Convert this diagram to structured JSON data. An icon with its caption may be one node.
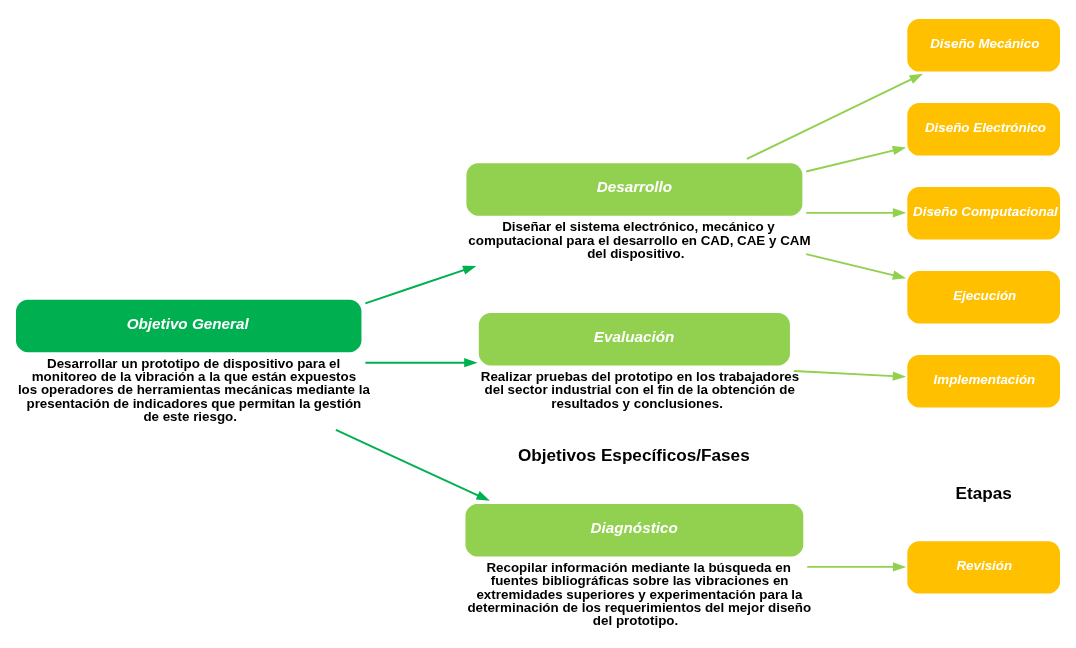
{
  "diagram": {
    "nodes": [
      {
        "text": [
          "Objetivo General"
        ],
        "beside": [
          "Desarrollar un prototipo de dispositivo para el monitoreo de la vibración a la que están expuestos los operadores de herramientas mecánicas mediante la presentación de indicadores que permitan la gestión de este riesgo."
        ]
      },
      {
        "text": [
          "Diagnóstico"
        ],
        "beside": [
          "Recopilar información mediante la búsqueda en fuentes bibliográficas sobre las vibraciones en extremidades superiores y experimentación para la determinación de los requerimientos del mejor diseño del prototipo."
        ]
      },
      {
        "text": [
          "Desarrollo"
        ],
        "beside": [
          "Diseñar el sistema electrónico, mecánico y computacional para el desarrollo en CAD, CAE y CAM del dispositivo."
        ]
      },
      {
        "text": [
          "Evaluación"
        ],
        "beside": [
          "Realizar pruebas del prototipo en los trabajadores del sector industrial con el fin de la obtención de resultados y conclusiones."
        ]
      },
      {
        "text": [
          "Revisión"
        ]
      },
      {
        "text": [
          "Diseño Mecánico"
        ]
      },
      {
        "text": [
          "Diseño Electrónico"
        ]
      },
      {
        "text": [
          "Diseño Computacional"
        ]
      },
      {
        "text": [
          "Ejecución"
        ]
      },
      {
        "text": [
          "Implementación"
        ]
      }
    ],
    "edges": [
      {
        "from": 0,
        "to": 1,
        "arrow": "to",
        "color": "#00b050"
      },
      {
        "from": 0,
        "to": 2,
        "arrow": "to",
        "color": "#00b050"
      },
      {
        "from": 0,
        "to": 3,
        "arrow": "to",
        "color": "#00b050"
      },
      {
        "from": 1,
        "to": 4,
        "arrow": "to"
      },
      {
        "from": 2,
        "to": 5,
        "arrow": "to"
      },
      {
        "from": 2,
        "to": 6,
        "arrow": "to"
      },
      {
        "from": 2,
        "to": 7,
        "arrow": "to"
      },
      {
        "from": 2,
        "to": 8,
        "arrow": "to"
      },
      {
        "from": 3,
        "to": 9,
        "arrow": "to"
      }
    ],
    "labels": [
      "Objetivos Específicos/Fases",
      "Etapas"
    ]
  }
}
